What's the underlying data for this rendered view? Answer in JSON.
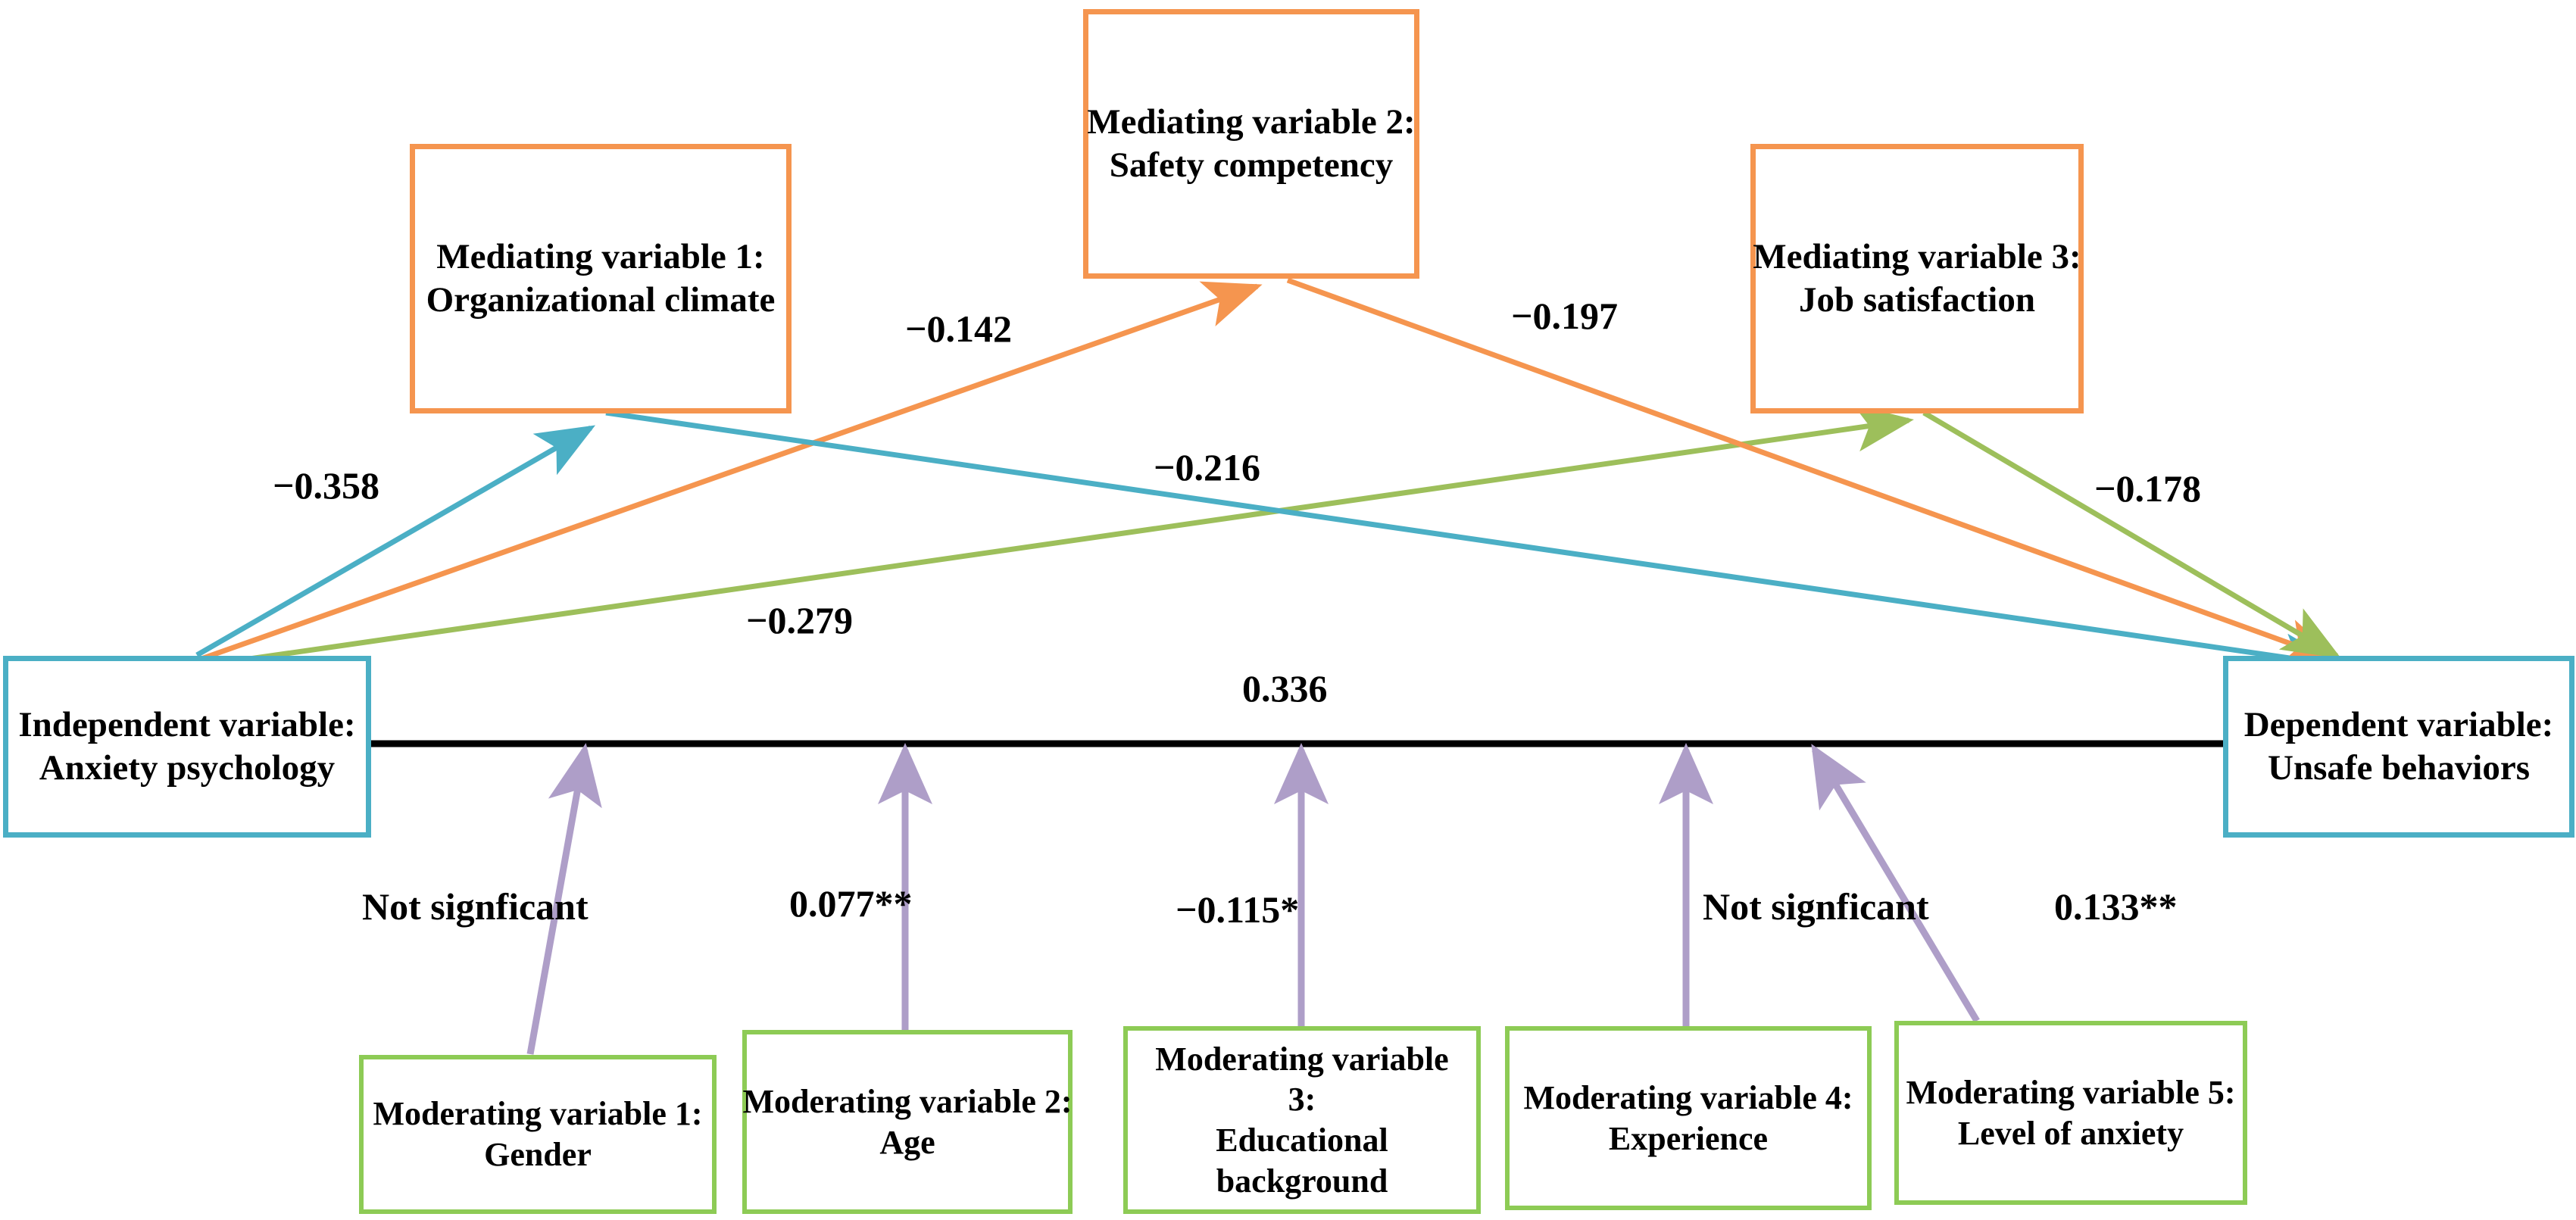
{
  "diagram": {
    "title": "Structural model of anxiety psychology and unsafe behaviors",
    "colors": {
      "independent_border": "#4BAFC5",
      "dependent_border": "#4BAFC5",
      "mediator_border": "#F5954F",
      "moderator_border": "#8DCB55",
      "path_blue": "#4BAFC5",
      "path_orange": "#F5954F",
      "path_green": "#9DBF5B",
      "path_purple": "#AE9EC8",
      "path_black": "#000000",
      "background": "#FFFFFF"
    }
  },
  "nodes": {
    "independent": {
      "line1": "Independent variable:",
      "line2": "Anxiety psychology"
    },
    "dependent": {
      "line1": "Dependent variable:",
      "line2": "Unsafe behaviors"
    },
    "mediators": [
      {
        "line1": "Mediating variable 1:",
        "line2": "Organizational climate"
      },
      {
        "line1": "Mediating variable 2:",
        "line2": "Safety competency"
      },
      {
        "line1": "Mediating variable 3:",
        "line2": "Job satisfaction"
      }
    ],
    "moderators": [
      {
        "line1": "Moderating variable 1:",
        "line2": "Gender"
      },
      {
        "line1": "Moderating variable 2:",
        "line2": "Age"
      },
      {
        "line1": "Moderating variable 3:",
        "line2": "Educational background"
      },
      {
        "line1": "Moderating variable 4:",
        "line2": "Experience"
      },
      {
        "line1": "Moderating variable 5:",
        "line2": "Level of anxiety"
      }
    ]
  },
  "path_labels": {
    "iv_to_m1": "−0.358",
    "iv_to_m2": "−0.142",
    "m2_to_dv": "−0.197",
    "m1_to_dv": "−0.216",
    "iv_to_m3": "−0.279",
    "m3_to_dv": "−0.178",
    "iv_to_dv": "0.336",
    "mod1": "Not signficant",
    "mod2": "0.077**",
    "mod3": "−0.115*",
    "mod4": "Not signficant",
    "mod5": "0.133**"
  },
  "chart_data": {
    "type": "diagram",
    "title": "Anxiety psychology → unsafe behaviors path model",
    "direct_effect": {
      "from": "Independent variable: Anxiety psychology",
      "to": "Dependent variable: Unsafe behaviors",
      "coefficient": 0.336,
      "label": "0.336"
    },
    "mediation_paths": [
      {
        "mediator": "Mediating variable 1: Organizational climate",
        "a_path": -0.358,
        "a_label": "−0.358",
        "b_path": -0.216,
        "b_label": "−0.216",
        "color": "#4BAFC5"
      },
      {
        "mediator": "Mediating variable 2: Safety competency",
        "a_path": -0.142,
        "a_label": "−0.142",
        "b_path": -0.197,
        "b_label": "−0.197",
        "color": "#F5954F"
      },
      {
        "mediator": "Mediating variable 3: Job satisfaction",
        "a_path": -0.279,
        "a_label": "−0.279",
        "b_path": -0.178,
        "b_label": "−0.178",
        "color": "#9DBF5B"
      }
    ],
    "moderation_paths": [
      {
        "moderator": "Moderating variable 1: Gender",
        "coefficient": null,
        "label": "Not signficant",
        "significance": "ns"
      },
      {
        "moderator": "Moderating variable 2: Age",
        "coefficient": 0.077,
        "label": "0.077**",
        "significance": "p<0.01"
      },
      {
        "moderator": "Moderating variable 3: Educational background",
        "coefficient": -0.115,
        "label": "−0.115*",
        "significance": "p<0.05"
      },
      {
        "moderator": "Moderating variable 4: Experience",
        "coefficient": null,
        "label": "Not signficant",
        "significance": "ns"
      },
      {
        "moderator": "Moderating variable 5: Level of anxiety",
        "coefficient": 0.133,
        "label": "0.133**",
        "significance": "p<0.01"
      }
    ]
  }
}
